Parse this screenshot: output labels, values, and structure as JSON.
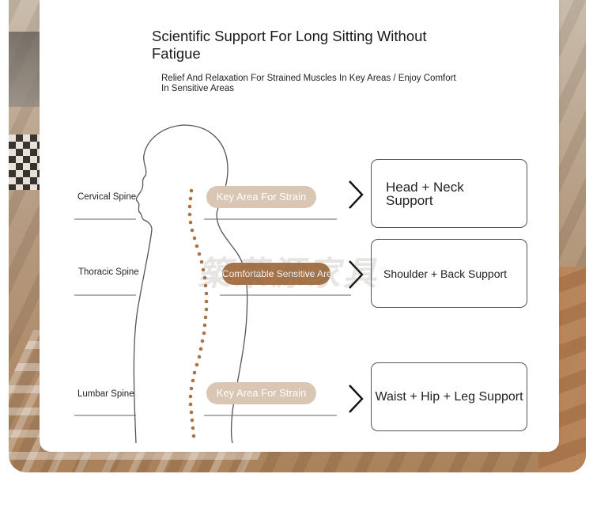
{
  "header": {
    "title": "Scientific Support For Long Sitting Without Fatigue",
    "subtitle": "Relief And Relaxation For Strained Muscles In Key Areas / Enjoy Comfort In Sensitive Areas"
  },
  "spine": {
    "cervical_label": "Cervical Spine",
    "thoracic_label": "Thoracic Spine",
    "lumbar_label": "Lumbar Spine"
  },
  "pills": {
    "cervical": "Key Area For Strain",
    "thoracic": "Comfortable Sensitive Area",
    "lumbar": "Key Area For Strain"
  },
  "supports": {
    "head_neck": "Head + Neck Support",
    "shoulder_back": "Shoulder + Back Support",
    "waist_hip_leg": "Waist + Hip + Leg Support"
  },
  "watermark": "築荣源家具",
  "colors": {
    "key_pill": "#d9c6b3",
    "sensitive_pill": "#a87347",
    "spine_dots": "#a87347"
  }
}
